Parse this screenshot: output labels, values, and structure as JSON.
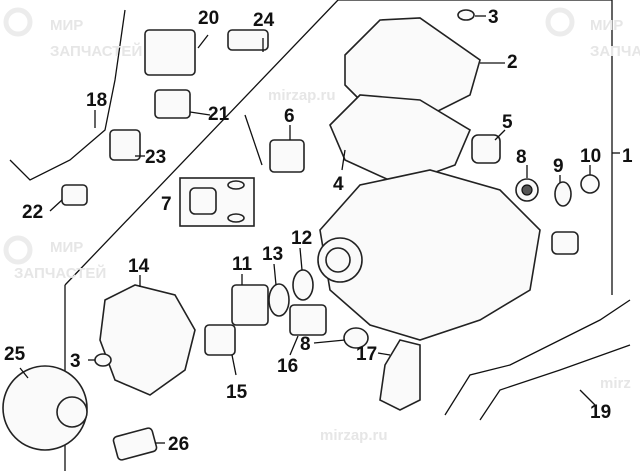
{
  "watermark": {
    "logo_line1": "МИР",
    "logo_line2": "ЗАПЧАСТЕЙ",
    "site": "mirzap.ru",
    "short": "mirz"
  },
  "callouts": [
    "20",
    "24",
    "3",
    "2",
    "18",
    "21",
    "6",
    "5",
    "8",
    "9",
    "10",
    "1",
    "23",
    "4",
    "7",
    "22",
    "12",
    "13",
    "11",
    "14",
    "3",
    "8",
    "16",
    "17",
    "15",
    "25",
    "19",
    "26"
  ]
}
